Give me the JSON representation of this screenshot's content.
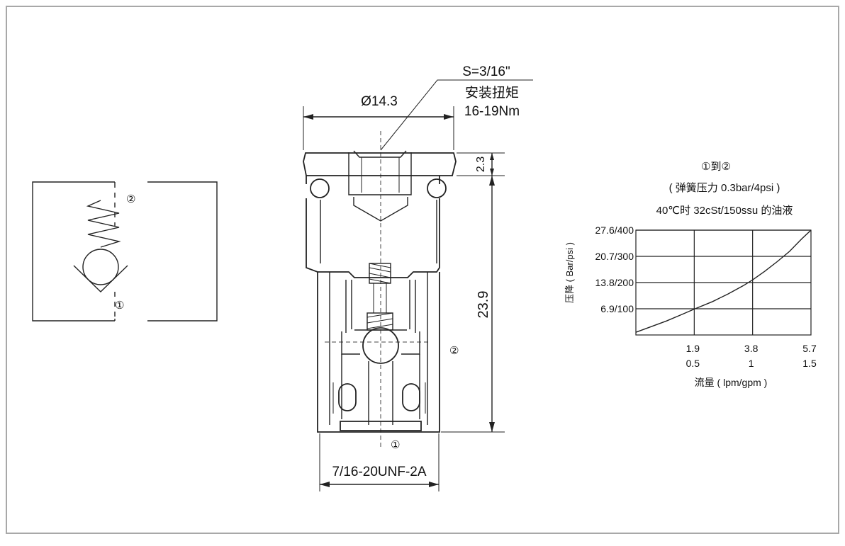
{
  "symbol": {
    "port_top": "②",
    "port_bottom": "①"
  },
  "section": {
    "hex_size": "S=3/16\"",
    "torque_label": "安装扭矩",
    "torque_value": "16-19Nm",
    "diameter": "Ø14.3",
    "head_height": "2.3",
    "overall_height": "23.9",
    "thread": "7/16-20UNF-2A",
    "port_side": "②",
    "port_bottom": "①"
  },
  "chart_header": {
    "line1": "①到②",
    "line2": "( 弹簧压力 0.3bar/4psi )",
    "line3": "40℃时 32cSt/150ssu 的油液"
  },
  "chart_data": {
    "type": "line",
    "ylabel": "压降 ( Bar/psi )",
    "xlabel": "流量 ( lpm/gpm )",
    "y_ticks": [
      "6.9/100",
      "13.8/200",
      "20.7/300",
      "27.6/400"
    ],
    "y_tick_values": [
      6.9,
      13.8,
      20.7,
      27.6
    ],
    "x_ticks_lpm": [
      "1.9",
      "3.8",
      "5.7"
    ],
    "x_ticks_gpm": [
      "0.5",
      "1",
      "1.5"
    ],
    "x_tick_values": [
      1.9,
      3.8,
      5.7
    ],
    "xlim": [
      0,
      5.7
    ],
    "ylim": [
      0,
      27.6
    ],
    "grid": true,
    "series": [
      {
        "x": [
          0,
          0.5,
          1.0,
          1.5,
          1.9,
          2.5,
          3.0,
          3.5,
          3.8,
          4.2,
          4.6,
          5.0,
          5.4,
          5.7
        ],
        "y": [
          0.7,
          2.2,
          3.7,
          5.4,
          6.8,
          8.8,
          10.8,
          13.0,
          14.5,
          16.8,
          19.3,
          22.0,
          25.3,
          27.6
        ]
      }
    ]
  }
}
